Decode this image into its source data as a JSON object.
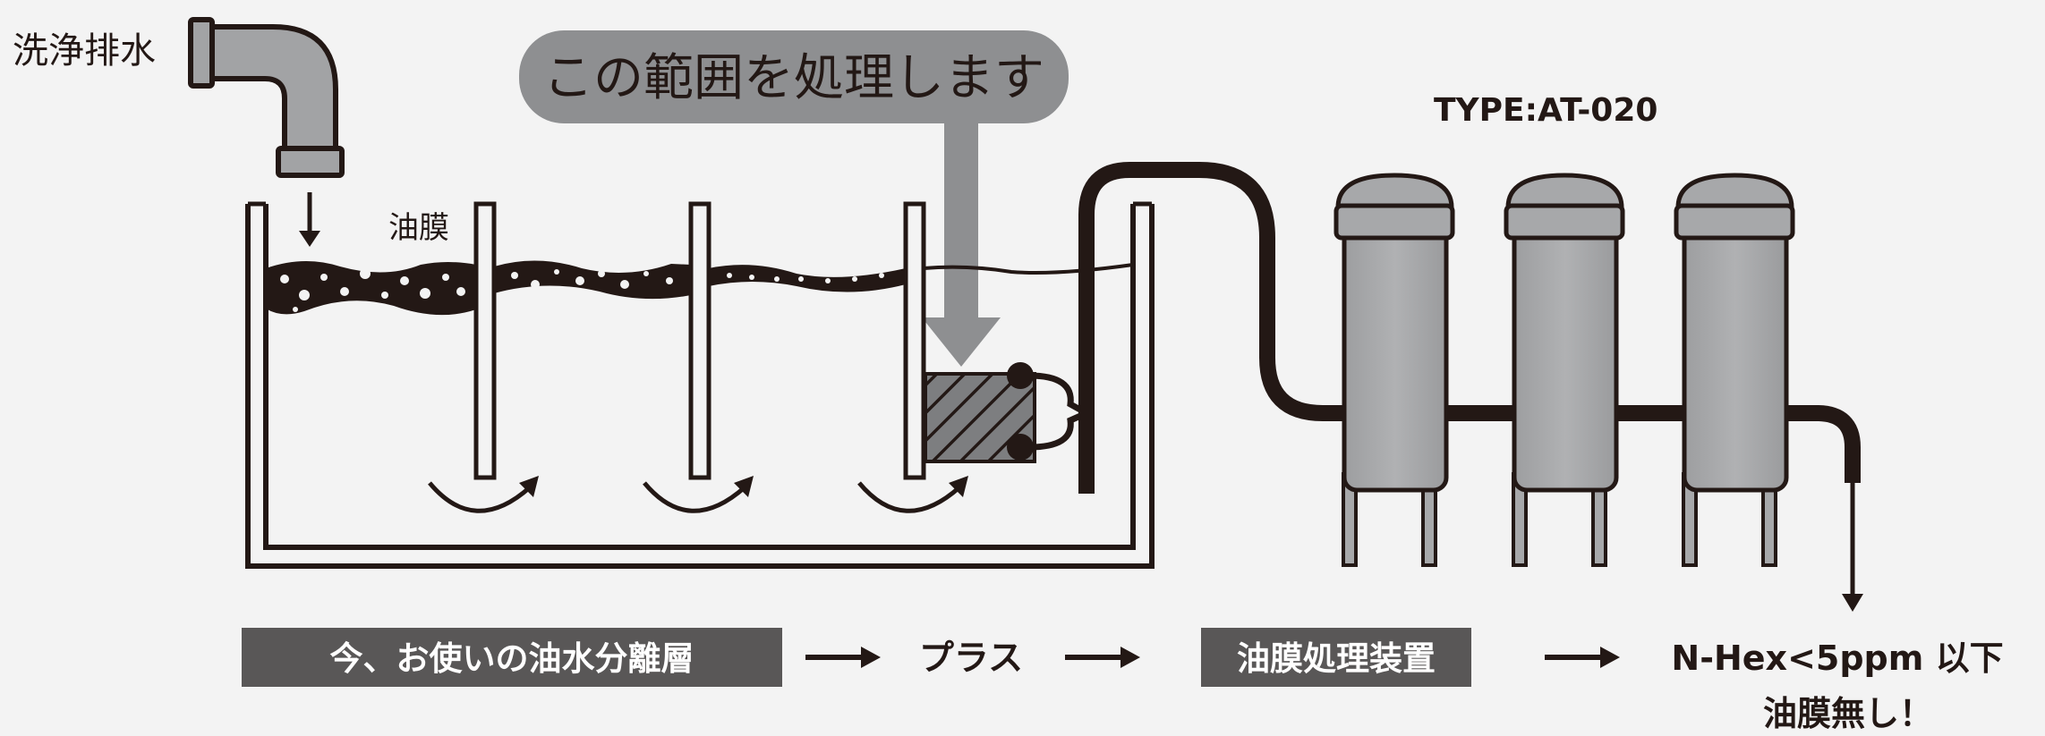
{
  "labels": {
    "drain": "洗浄排水",
    "callout": "この範囲を処理します",
    "oil_film": "油膜",
    "type": "TYPE:AT-020"
  },
  "flow": {
    "step1": "今、お使いの油水分離層",
    "step2": "プラス",
    "step3": "油膜処理装置",
    "result_line1": "N-Hex<5ppm 以下",
    "result_line2": "油膜無し！"
  },
  "colors": {
    "background": "#f3f3f3",
    "ink": "#231815",
    "pipe_gray": "#a2a3a5",
    "tank_gray": "#a7a8aa",
    "callout_gray": "#8e8f91",
    "box_dark": "#595757"
  },
  "icons": {
    "drain_pipe": "elbow-pipe-icon",
    "flow_arrow": "arrow-right-icon",
    "circulation": "curved-arrow-icon"
  }
}
